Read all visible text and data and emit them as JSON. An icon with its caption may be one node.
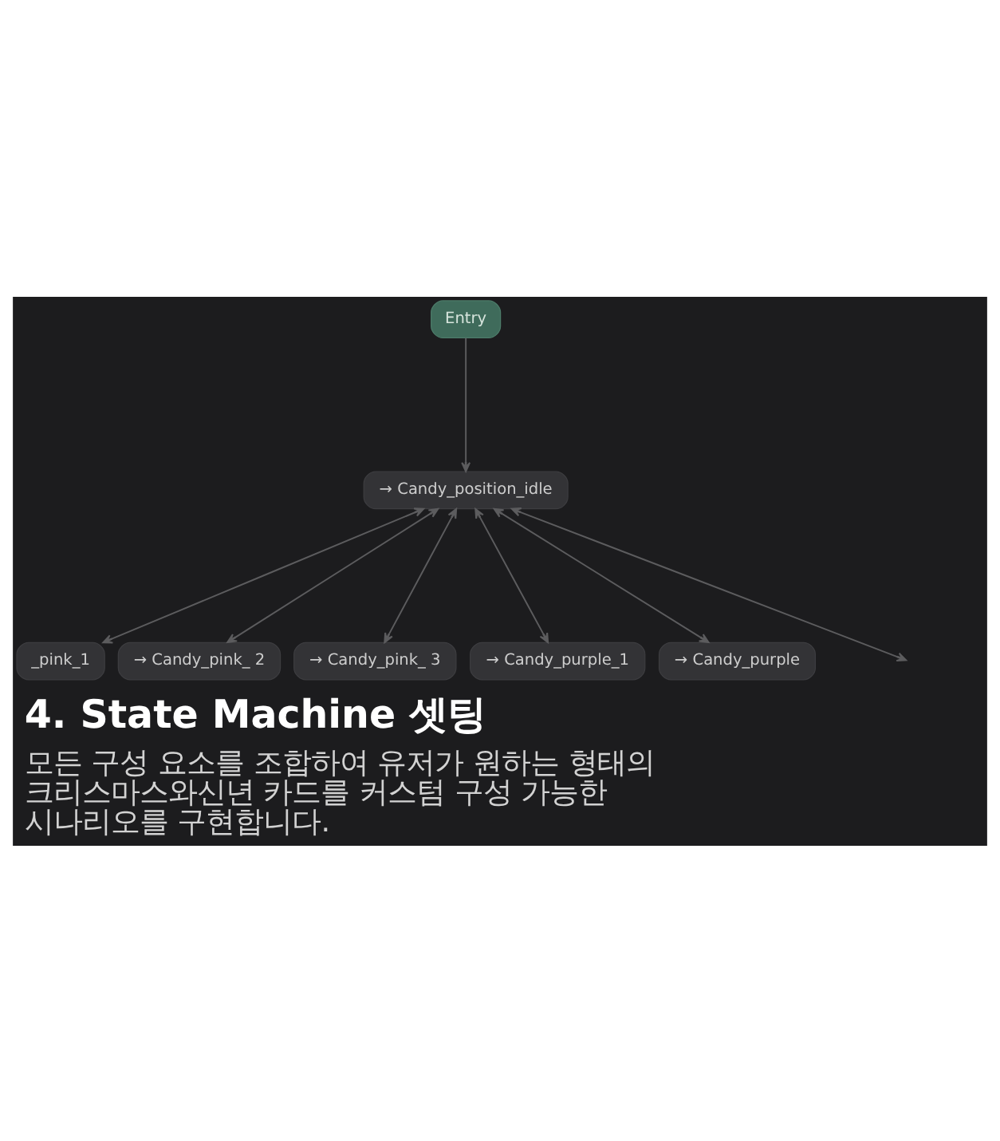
{
  "diagram": {
    "title": "4. State Machine 셋팅",
    "caption": "모든 구성 요소를 조합하여 유저가 원하는 형태의 크리스마스와신년 카드를 커스텀 구성 가능한 시나리오를 구현합니다.",
    "nodes": [
      {
        "text": [
          "Entry"
        ]
      },
      {
        "text": [
          "→ Candy_position_idle"
        ]
      },
      {
        "text": [
          "_pink_1"
        ]
      },
      {
        "text": [
          "→ Candy_pink_ 2"
        ]
      },
      {
        "text": [
          "→ Candy_pink_ 3"
        ]
      },
      {
        "text": [
          "→ Candy_purple_1"
        ]
      },
      {
        "text": [
          "→ Candy_purple"
        ]
      }
    ],
    "edges": [
      {
        "from": 0,
        "to": 1,
        "arrow": "to"
      },
      {
        "from": 1,
        "to": 2,
        "arrow": "both"
      },
      {
        "from": 1,
        "to": 3,
        "arrow": "both"
      },
      {
        "from": 1,
        "to": 4,
        "arrow": "both"
      },
      {
        "from": 1,
        "to": 5,
        "arrow": "both"
      },
      {
        "from": 1,
        "to": 6,
        "arrow": "both"
      },
      {
        "from": 1,
        "to": null,
        "arrow": "both"
      }
    ]
  }
}
